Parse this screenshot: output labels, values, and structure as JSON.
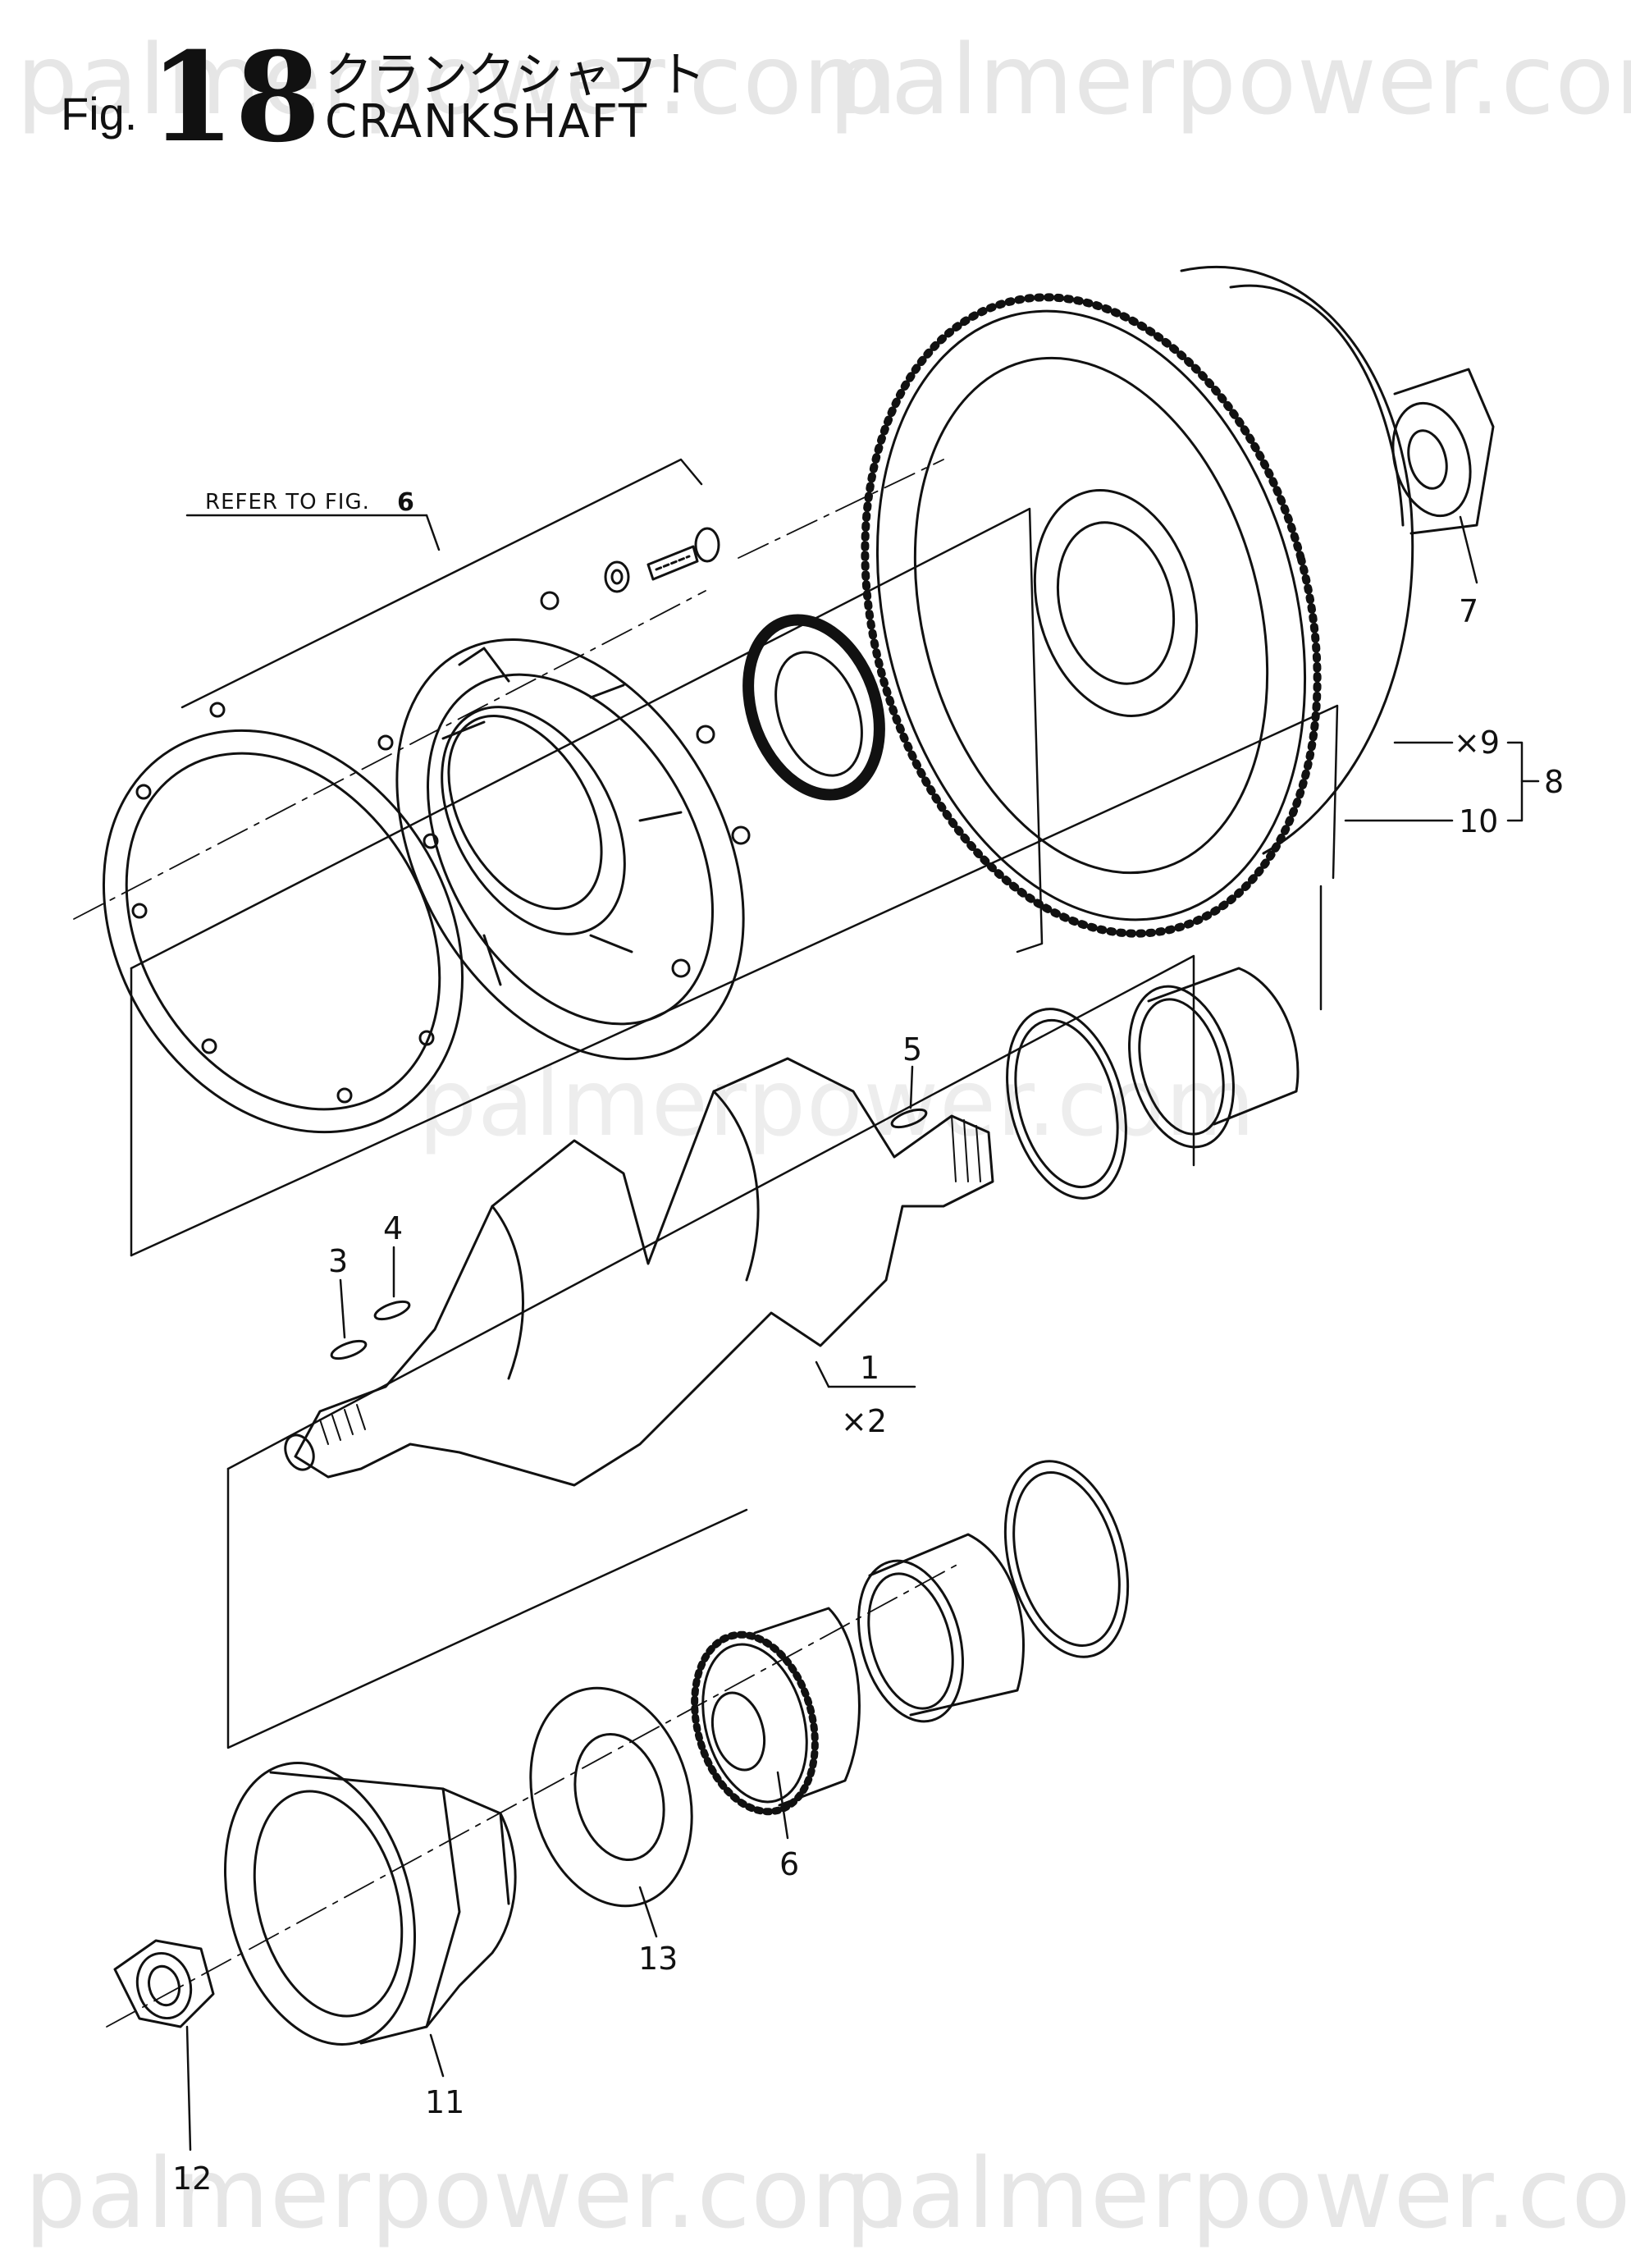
{
  "watermark": {
    "text": "palmerpower.com"
  },
  "header": {
    "fig_prefix": "Fig.",
    "fig_number": "18",
    "title_jp": "クランクシャフト",
    "title_en": "CRANKSHAFT"
  },
  "reference": {
    "text": "REFER TO FIG.",
    "fig": "6"
  },
  "callouts": {
    "p1": "1",
    "p1_sub": "×2",
    "p3": "3",
    "p4": "4",
    "p5": "5",
    "p6": "6",
    "p7": "7",
    "p8": "8",
    "p9": "×9",
    "p10": "10",
    "p11": "11",
    "p12": "12",
    "p13": "13"
  }
}
